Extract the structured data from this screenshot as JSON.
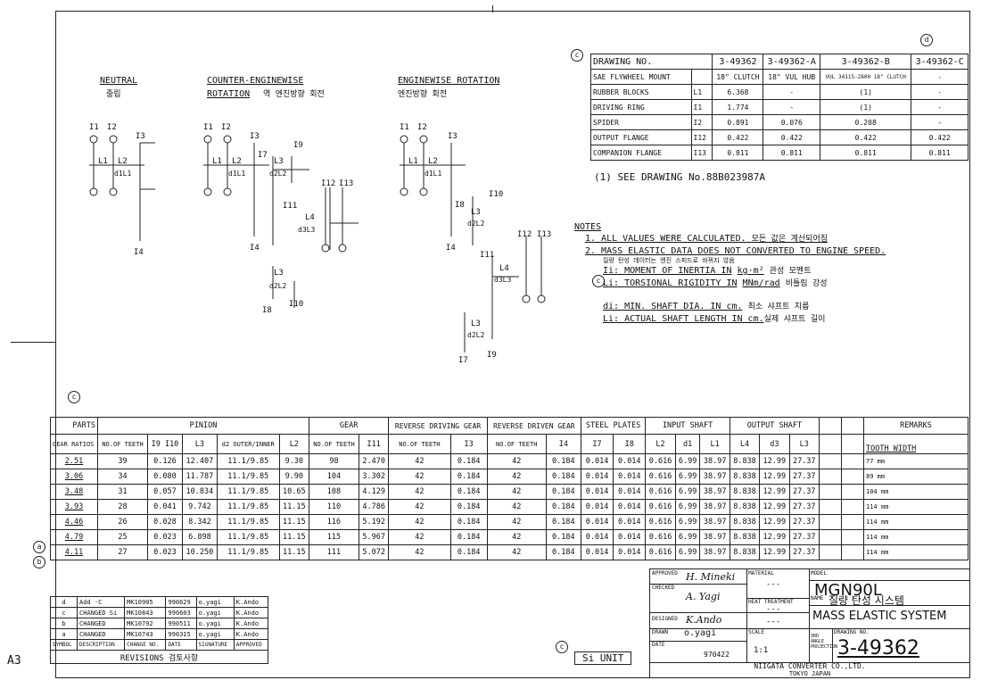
{
  "top_left_mark": "A3",
  "marks": {
    "c": "c",
    "d": "d",
    "a": "a",
    "b": "b"
  },
  "diagrams": {
    "neutral": {
      "title": "NEUTRAL",
      "subtitle": "중립"
    },
    "counter": {
      "title": "COUNTER-ENGINEWISE",
      "title2": "ROTATION",
      "subtitle": "역 엔진방향 회전"
    },
    "enginewise": {
      "title": "ENGINEWISE ROTATION",
      "subtitle": "엔진방향 회전"
    },
    "labels": {
      "i1": "I1",
      "i2": "I2",
      "i3": "I3",
      "i4": "I4",
      "i7": "I7",
      "i8": "I8",
      "i9": "I9",
      "i10": "I10",
      "i11": "I11",
      "i12": "I12",
      "i13": "I13",
      "l1": "L1",
      "l2": "L2",
      "l3": "L3",
      "l4": "L4",
      "d1": "d1L1",
      "d2": "d2L2",
      "d3": "d3L3"
    }
  },
  "drawing_table": {
    "header": [
      "DRAWING NO.",
      "",
      "3-49362",
      "3-49362-A",
      "3-49362-B",
      "3-49362-C"
    ],
    "rows": [
      [
        "SAE FLYWHEEL MOUNT",
        "",
        "18\" CLUTCH",
        "18\" VUL HUB",
        "VUL 34115-2800 18\" CLUTCH",
        "-"
      ],
      [
        "RUBBER BLOCKS",
        "L1",
        "6.368",
        "-",
        "(1)",
        "-"
      ],
      [
        "DRIVING RING",
        "I1",
        "1.774",
        "-",
        "(1)",
        "-"
      ],
      [
        "SPIDER",
        "I2",
        "0.891",
        "0.076",
        "0.208",
        "-"
      ],
      [
        "OUTPUT FLANGE",
        "I12",
        "0.422",
        "0.422",
        "0.422",
        "0.422"
      ],
      [
        "COMPANION FLANGE",
        "I13",
        "0.811",
        "0.811",
        "0.811",
        "0.811"
      ]
    ],
    "footnote": "(1) SEE DRAWING No.88B023987A"
  },
  "notes": {
    "title": "NOTES",
    "n1": "1. ALL VALUES WERE CALCULATED.",
    "n1_kr": "모든 값은 계산되어짐",
    "n2": "2. MASS ELASTIC DATA DOES NOT CONVERTED TO ENGINE SPEED.",
    "n2_kr": "질량 탄성 데이터는 엔진 스피드로 바뀌지 않음",
    "li": "Ii: MOMENT OF INERTIA IN",
    "li_unit": "kg·m²",
    "li_kr": "관성 모멘트",
    "Li": "Li: TORSIONAL RIGIDITY IN",
    "Li_unit": "MNm/rad",
    "Li_kr": "비틀림 강성",
    "di": "di: MIN. SHAFT DIA. IN cm.",
    "di_kr": "최소 샤프트 지름",
    "ll": "Li: ACTUAL SHAFT LENGTH IN cm.",
    "ll_kr": "실제 샤프트 길이"
  },
  "main_table": {
    "parts": "PARTS",
    "gear_ratios": "GEAR RATIOS",
    "groups": [
      "PINION",
      "GEAR",
      "REVERSE DRIVING GEAR",
      "REVERSE DRIVEN GEAR",
      "STEEL PLATES",
      "INPUT SHAFT",
      "OUTPUT SHAFT",
      "REMARKS"
    ],
    "sub": [
      "NO.OF TEETH",
      "I9 I10",
      "L3",
      "d2 OUTER/INNER",
      "L2",
      "NO.OF TEETH",
      "I11",
      "NO.OF TEETH",
      "I3",
      "NO.OF TEETH",
      "I4",
      "I7",
      "I8",
      "L2",
      "d1",
      "L1",
      "L4",
      "d3",
      "L3"
    ],
    "remarks_sub": "TOOTH WIDTH",
    "rows": [
      {
        "mark": "",
        "cells": [
          "2.51",
          "39",
          "0.126",
          "12.407",
          "11.1/9.85",
          "9.30",
          "98",
          "2.470",
          "42",
          "0.184",
          "42",
          "0.184",
          "0.014",
          "0.014",
          "0.616",
          "6.99",
          "38.97",
          "8.838",
          "12.99",
          "27.37"
        ],
        "remark": "77 mm"
      },
      {
        "mark": "",
        "cells": [
          "3.06",
          "34",
          "0.080",
          "11.787",
          "11.1/9.85",
          "9.90",
          "104",
          "3.302",
          "42",
          "0.184",
          "42",
          "0.184",
          "0.014",
          "0.014",
          "0.616",
          "6.99",
          "38.97",
          "8.838",
          "12.99",
          "27.37"
        ],
        "remark": "89 mm"
      },
      {
        "mark": "",
        "cells": [
          "3.48",
          "31",
          "0.057",
          "10.834",
          "11.1/9.85",
          "10.65",
          "108",
          "4.129",
          "42",
          "0.184",
          "42",
          "0.184",
          "0.014",
          "0.014",
          "0.616",
          "6.99",
          "38.97",
          "8.838",
          "12.99",
          "27.37"
        ],
        "remark": "104 mm"
      },
      {
        "mark": "",
        "cells": [
          "3.93",
          "28",
          "0.041",
          "9.742",
          "11.1/9.85",
          "11.15",
          "110",
          "4.786",
          "42",
          "0.184",
          "42",
          "0.184",
          "0.014",
          "0.014",
          "0.616",
          "6.99",
          "38.97",
          "8.838",
          "12.99",
          "27.37"
        ],
        "remark": "114 mm"
      },
      {
        "mark": "",
        "cells": [
          "4.46",
          "26",
          "0.028",
          "8.342",
          "11.1/9.85",
          "11.15",
          "116",
          "5.192",
          "42",
          "0.184",
          "42",
          "0.184",
          "0.014",
          "0.014",
          "0.616",
          "6.99",
          "38.97",
          "8.838",
          "12.99",
          "27.37"
        ],
        "remark": "114 mm"
      },
      {
        "mark": "a",
        "cells": [
          "4.79",
          "25",
          "0.023",
          "6.898",
          "11.1/9.85",
          "11.15",
          "115",
          "5.967",
          "42",
          "0.184",
          "42",
          "0.184",
          "0.014",
          "0.014",
          "0.616",
          "6.99",
          "38.97",
          "8.838",
          "12.99",
          "27.37"
        ],
        "remark": "114 mm"
      },
      {
        "mark": "b",
        "cells": [
          "4.11",
          "27",
          "0.023",
          "10.250",
          "11.1/9.85",
          "11.15",
          "111",
          "5.072",
          "42",
          "0.184",
          "42",
          "0.184",
          "0.014",
          "0.014",
          "0.616",
          "6.99",
          "38.97",
          "8.838",
          "12.99",
          "27.37"
        ],
        "remark": "114 mm"
      }
    ]
  },
  "revisions": {
    "rows": [
      [
        "d",
        "Add -C",
        "MK10905",
        "990629",
        "o.yagi",
        "K.Ando"
      ],
      [
        "c",
        "CHANGED Si",
        "MK10843",
        "990603",
        "o.yagi",
        "K.Ando"
      ],
      [
        "b",
        "CHANGED",
        "MK10792",
        "990511",
        "o.yagi",
        "K.Ando"
      ],
      [
        "a",
        "CHANGED",
        "MK10743",
        "990315",
        "o.yagi",
        "K.Ando"
      ]
    ],
    "header": [
      "SYMBOL",
      "DESCRIPTION",
      "CHANGE NO.",
      "DATE",
      "SIGNATURE",
      "APPROVED"
    ],
    "title": "REVISIONS",
    "title_kr": "검토사항"
  },
  "si_unit": "Si UNIT",
  "title_block": {
    "approved": "APPROVED",
    "approved_sig": "H. Mineki",
    "checked": "CHECKED",
    "checked_sig": "A. Yagi",
    "designed": "DESIGNED",
    "designed_sig": "K.Ando",
    "drawn": "DRAWN",
    "drawn_name": "o.yagi",
    "date": "DATE",
    "date_val": "970422",
    "material": "MATERIAL",
    "material_val": "---",
    "heat": "HEAT TREATMENT",
    "heat_val": "---",
    "blank_val": "---",
    "scale": "SCALE",
    "scale_val": "1:1",
    "projection": "3RD ANGLE PROJECTION",
    "model": "MODEL",
    "model_val": "MGN90L",
    "name": "NAME",
    "name_kr": "질량 탄성 시스템",
    "name_val": "MASS ELASTIC SYSTEM",
    "drawing_no": "DRAWING NO.",
    "drawing_no_val": "3-49362",
    "company": "NIIGATA CONVERTER CO.,LTD.",
    "city": "TOKYO JAPAN"
  }
}
